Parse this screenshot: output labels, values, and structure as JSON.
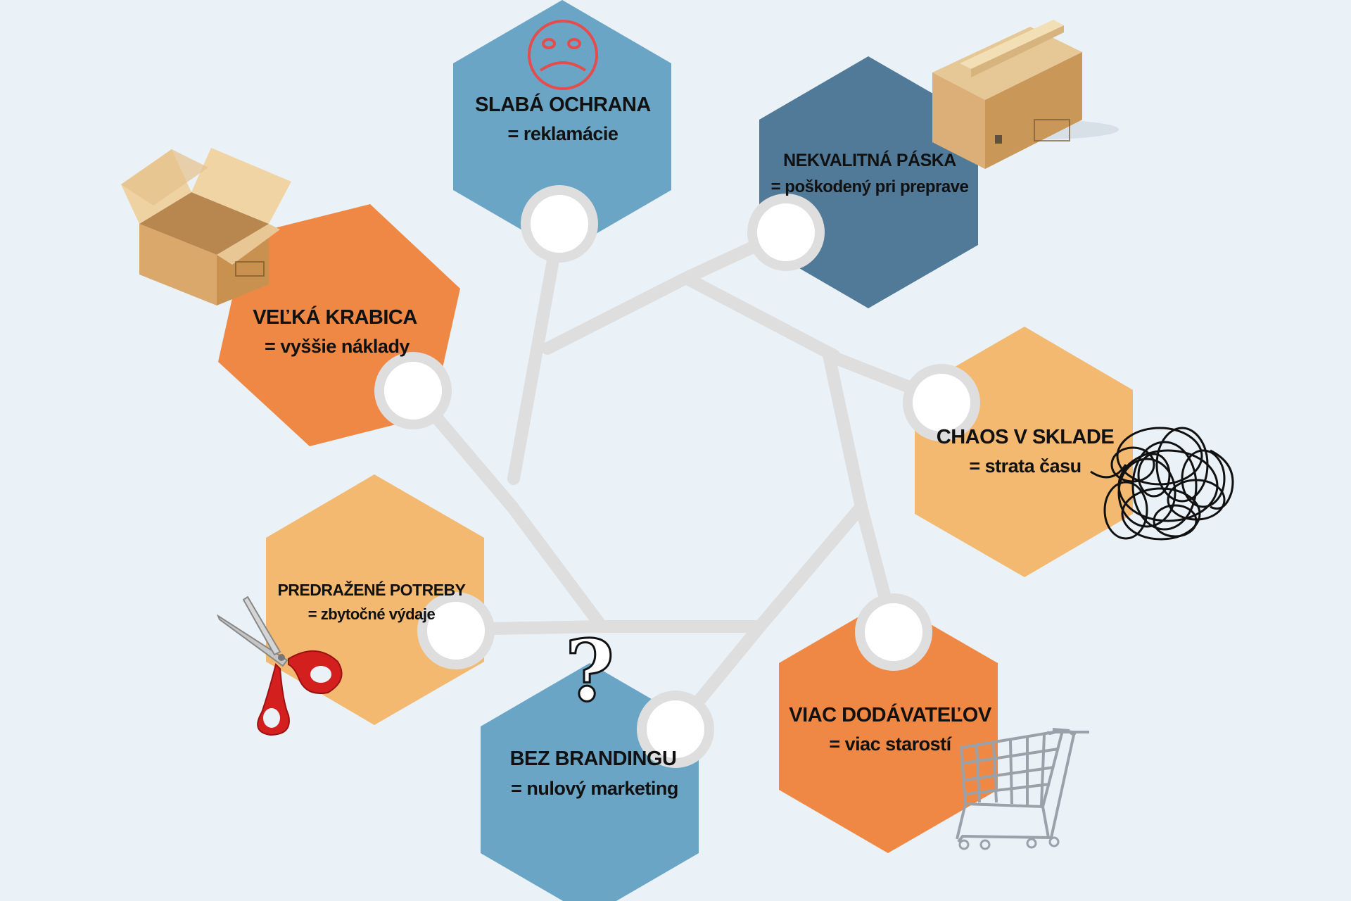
{
  "colors": {
    "background": "#eaf2f8",
    "connector": "#dedede",
    "blue": "#6ba5c5",
    "dark_blue": "#517a98",
    "orange": "#ef8844",
    "light_orange": "#f3b970",
    "sad_face": "#e44d4d",
    "scissors_handle": "#d41f1f"
  },
  "problems": [
    {
      "id": "weak-protection",
      "title": "SLABÁ OCHRANA",
      "consequence": "= reklamácie",
      "color": "blue",
      "icon": "sad-face-icon"
    },
    {
      "id": "poor-tape",
      "title": "NEKVALITNÁ PÁSKA",
      "consequence": "= poškodený pri preprave",
      "color": "dark_blue",
      "icon": "closed-box-icon"
    },
    {
      "id": "big-box",
      "title": "VEĽKÁ KRABICA",
      "consequence": "= vyššie náklady",
      "color": "orange",
      "icon": "open-box-icon"
    },
    {
      "id": "warehouse-chaos",
      "title": "CHAOS V SKLADE",
      "consequence": "= strata času",
      "color": "light_orange",
      "icon": "tangled-scribble-icon"
    },
    {
      "id": "overpriced-supplies",
      "title": "PREDRAŽENÉ POTREBY",
      "consequence": "= zbytočné výdaje",
      "color": "light_orange",
      "icon": "scissors-icon"
    },
    {
      "id": "more-suppliers",
      "title": "VIAC DODÁVATEĽOV",
      "consequence": "= viac starostí",
      "color": "orange",
      "icon": "shopping-cart-icon"
    },
    {
      "id": "no-branding",
      "title": "BEZ BRANDINGU",
      "consequence": "= nulový marketing",
      "color": "blue",
      "icon": "question-mark-icon"
    }
  ],
  "question_mark": "?"
}
